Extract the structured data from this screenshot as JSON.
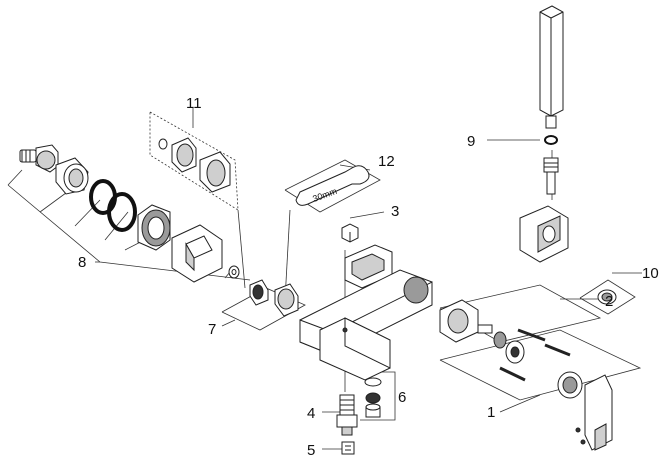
{
  "callouts": {
    "c1": "1",
    "c2": "2",
    "c3": "3",
    "c4": "4",
    "c5": "5",
    "c6": "6",
    "c7": "7",
    "c8": "8",
    "c9": "9",
    "c10": "10",
    "c11": "11",
    "c12": "12"
  },
  "wrench_label": "30mm"
}
